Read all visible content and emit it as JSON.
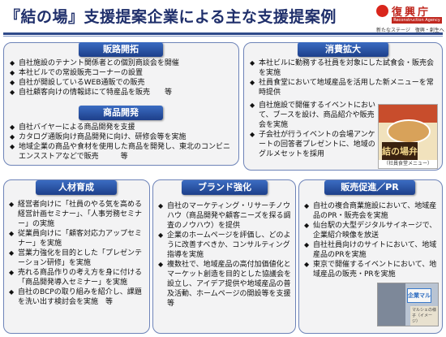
{
  "title": "『結の場』支援提案企業による主な支援提案例",
  "logo": {
    "name": "復興庁",
    "english": "Reconstruction Agency",
    "tagline": "新たなステージ　復興・創生へ"
  },
  "sections": {
    "sales_channel": {
      "header": "販路開拓",
      "items": [
        "自社施設のテナント関係者との個別商談会を開催",
        "本社ビルでの常設販売コーナーの設置",
        "自社が開設しているWEB通販での販売",
        "自社顧客向けの情報誌にて特産品を販売　　等"
      ]
    },
    "product_dev": {
      "header": "商品開発",
      "items": [
        "自社バイヤーによる商品開発を支援",
        "カタログ通販向け商品開発に向け、研修会等を実施",
        "地域企業の商品や食材を使用した商品を開発し、東北のコンビニエンスストアなどで販売　　　等"
      ]
    },
    "consumption": {
      "header": "消費拡大",
      "items": [
        "本社ビルに勤務する社員を対象にした試食会・販売会を実施",
        "社員食堂において地域産品を活用した新メニューを常時提供",
        "自社施設で開催するイベントにおいて、ブースを設け、商品紹介や販売会を実施",
        "子会社が行うイベントの会場アンケートの回答者プレゼントに、地域のグルメセットを採用"
      ],
      "photo_sign": "結の場弁",
      "photo_caption": "（社員食堂メニュー）"
    },
    "hr": {
      "header": "人材育成",
      "items": [
        "経営者向けに「社員のやる気を高める経営計画セミナー」、「人事労務セミナー」の実施",
        "従業員向けに「顧客対応力アップセミナー」を実施",
        "営業力強化を目的とした「プレゼンテーション研修」を実施",
        "売れる商品作りの考え方を身に付ける「商品開発導入セミナー」を実施",
        "自社のBCPの取り組みを紹介し、課題を洗い出す検討会を実施　等"
      ]
    },
    "brand": {
      "header": "ブランド強化",
      "items": [
        "自社のマーケティング・リサーチノウハウ（商品開発や顧客ニーズを探る調査のノウハウ）を提供",
        "企業のホームページを評価し、どのように改善すべきか、コンサルティング指導を実施",
        "複数社で、地域産品の高付加価値化とマーケット創造を目的とした協議会を設立し、アイデア提供や地域産品の普及活動、ホームページの開設等を支援　　等"
      ]
    },
    "promo": {
      "header": "販売促進／PR",
      "items": [
        "自社の複合商業施設において、地域産品のPR・販売会を実施",
        "仙台駅の大型デジタルサイネージで、企業紹介映像を放送",
        "自社社員向けのサイトにおいて、地域産品のPRを実施",
        "東京で開催するイベントにおいて、地域産品の販売・PRを実施"
      ],
      "photo_sign": "企業マルシェ",
      "photo_caption": "マルシェの様子（イメージ）"
    }
  },
  "colors": {
    "title": "#1f2f6b",
    "header_top": "#3b6cc2",
    "header_bottom": "#1d3f8a",
    "panel_border": "#6d83b8",
    "logo_red": "#c0281f"
  }
}
